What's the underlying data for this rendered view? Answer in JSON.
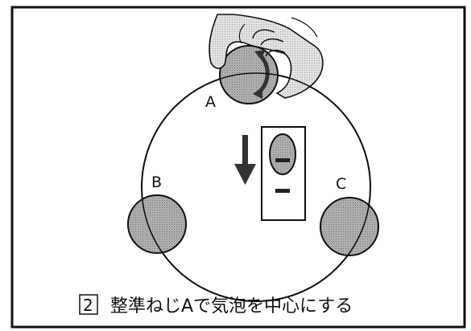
{
  "figure": {
    "labels": {
      "a": "A",
      "b": "B",
      "c": "C"
    },
    "step_number": "2",
    "caption": "整準ねじAで気泡を中心にする",
    "colors": {
      "line": "#111111",
      "screw_fill": "#a8a8a8",
      "background": "#ffffff"
    },
    "icons": {
      "hand": "hand-icon",
      "rotation": "rotation-arrow-icon",
      "direction": "down-arrow-icon",
      "bubble": "bubble-icon"
    }
  }
}
